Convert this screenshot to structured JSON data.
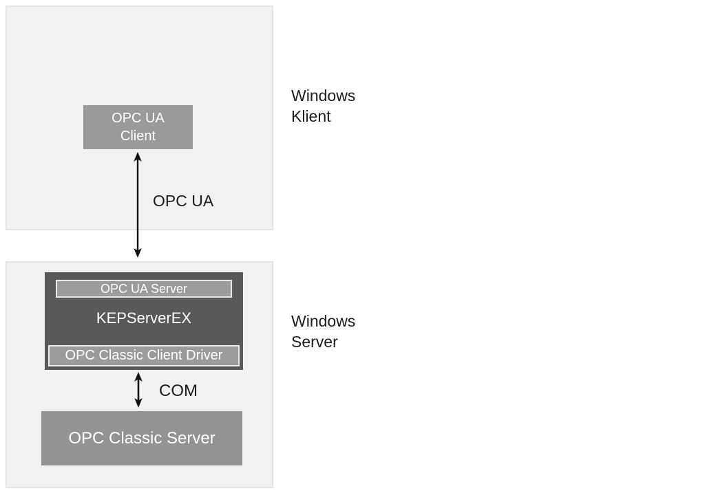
{
  "colors": {
    "zone_fill": "#f1f1f1",
    "zone_border": "#e4e4e4",
    "client_box_fill": "#9a9a9a",
    "kepserver_box_fill": "#595959",
    "module_fill": "#9b9b9b",
    "module_border": "#e9e9e9",
    "classic_server_fill": "#939393",
    "arrow_color": "#111111",
    "dark_text": "#1c1c1c",
    "light_text": "#ffffff"
  },
  "client_zone": {
    "side_label": {
      "line1": "Windows",
      "line2": "Klient"
    },
    "opc_ua_client": {
      "line1": "OPC UA",
      "line2": "Client"
    }
  },
  "opc_ua_connection": {
    "label": "OPC UA"
  },
  "server_zone": {
    "side_label": {
      "line1": "Windows",
      "line2": "Server"
    },
    "kepserver": {
      "title": "KEPServerEX",
      "ua_server_module": "OPC UA Server",
      "classic_client_driver_module": "OPC Classic Client Driver"
    },
    "com_connection": {
      "label": "COM"
    },
    "opc_classic_server": {
      "label": "OPC Classic Server"
    }
  }
}
